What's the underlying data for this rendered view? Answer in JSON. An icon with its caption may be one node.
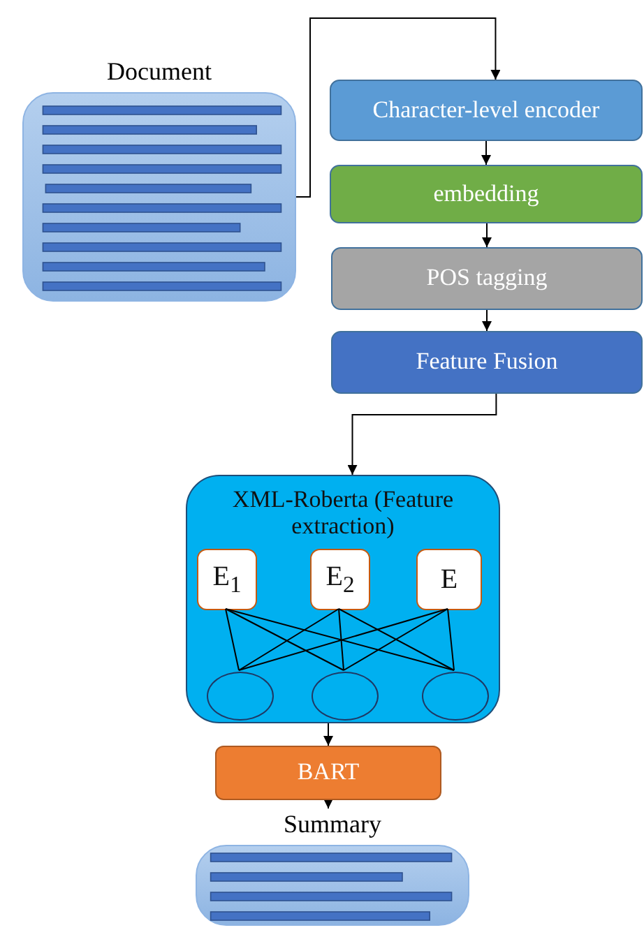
{
  "diagram": {
    "nodes": [
      {
        "text": [
          "Document"
        ]
      },
      {
        "text": [
          "Character-level encoder"
        ]
      },
      {
        "text": [
          "embedding"
        ]
      },
      {
        "text": [
          "POS tagging"
        ]
      },
      {
        "text": [
          "Feature Fusion"
        ]
      },
      {
        "text": [
          "XML-Roberta (Feature extraction)"
        ]
      },
      {
        "text": [
          "E$_{1}$"
        ],
        "in": 5
      },
      {
        "text": [
          "E$_{2}$"
        ],
        "in": 5
      },
      {
        "text": [
          "E"
        ],
        "in": 5
      },
      {
        "text": [],
        "shape": "circle",
        "in": 5
      },
      {
        "text": [],
        "shape": "circle",
        "in": 5
      },
      {
        "text": [],
        "shape": "circle",
        "in": 5
      },
      {
        "text": [
          "BART"
        ]
      },
      {
        "text": [
          "Summary"
        ]
      }
    ],
    "edges": [
      {
        "from": 0,
        "to": 1,
        "arrow": "to"
      },
      {
        "from": 1,
        "to": 2,
        "arrow": "to"
      },
      {
        "from": 2,
        "to": 3,
        "arrow": "to"
      },
      {
        "from": 3,
        "to": 4,
        "arrow": "to"
      },
      {
        "from": 4,
        "to": 5,
        "arrow": "to"
      },
      {
        "from": 6,
        "to": 9,
        "arrow": "none"
      },
      {
        "from": 6,
        "to": 10,
        "arrow": "none"
      },
      {
        "from": 6,
        "to": 11,
        "arrow": "none"
      },
      {
        "from": 7,
        "to": 9,
        "arrow": "none"
      },
      {
        "from": 7,
        "to": 10,
        "arrow": "none"
      },
      {
        "from": 7,
        "to": 11,
        "arrow": "none"
      },
      {
        "from": 8,
        "to": 9,
        "arrow": "none"
      },
      {
        "from": 8,
        "to": 10,
        "arrow": "none"
      },
      {
        "from": 8,
        "to": 11,
        "arrow": "none"
      },
      {
        "from": 5,
        "to": 12,
        "arrow": "to"
      },
      {
        "from": 12,
        "to": 13,
        "arrow": "to"
      }
    ]
  }
}
